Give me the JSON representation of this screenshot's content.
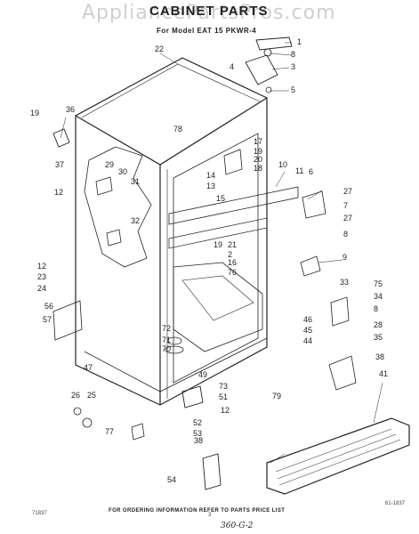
{
  "header": {
    "watermark": "AppliancePartsPros.com",
    "title": "CABINET PARTS",
    "subtitle": "For Model EAT 15 PKWR-4"
  },
  "footer": {
    "ordering_note": "FOR ORDERING INFORMATION REFER TO PARTS PRICE LIST",
    "left_code": "71837",
    "page_number": "3",
    "handwritten": "360-G-2",
    "figure_code": "61-1837"
  },
  "callouts": [
    "1",
    "8",
    "3",
    "4",
    "5",
    "22",
    "78",
    "19",
    "36",
    "37",
    "17",
    "19",
    "20",
    "18",
    "14",
    "13",
    "10",
    "11",
    "6",
    "27",
    "7",
    "27",
    "8",
    "29",
    "30",
    "31",
    "12",
    "15",
    "32",
    "19",
    "21",
    "2",
    "16",
    "76",
    "9",
    "12",
    "23",
    "24",
    "33",
    "75",
    "34",
    "8",
    "28",
    "35",
    "56",
    "57",
    "72",
    "71",
    "70",
    "46",
    "45",
    "44",
    "38",
    "47",
    "49",
    "73",
    "51",
    "41",
    "26",
    "25",
    "12",
    "79",
    "52",
    "53",
    "77",
    "38",
    "54"
  ]
}
